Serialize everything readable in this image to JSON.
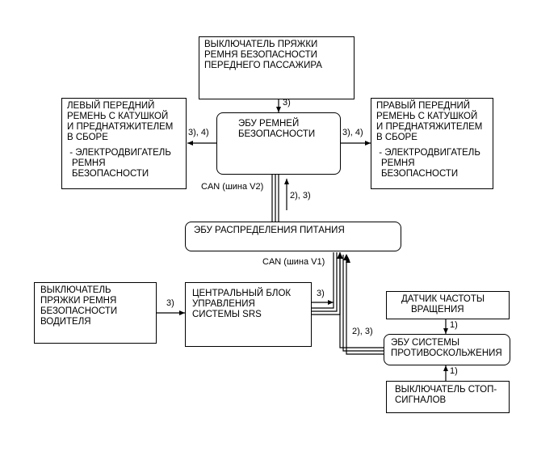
{
  "boxes": {
    "passenger_buckle": [
      "ВЫКЛЮЧАТЕЛЬ ПРЯЖКИ",
      "РЕМНЯ БЕЗОПАСНОСТИ",
      "ПЕРЕДНЕГО ПАССАЖИРА"
    ],
    "left_belt": [
      "ЛЕВЫЙ ПЕРЕДНИЙ",
      "РЕМЕНЬ С КАТУШКОЙ",
      "И ПРЕДНАТЯЖИТЕЛЕМ",
      "В СБОРЕ",
      "",
      " - ЭЛЕКТРОДВИГАТЕЛЬ",
      "РЕМНЯ",
      "БЕЗОПАСНОСТИ"
    ],
    "seatbelt_ecu": [
      "ЭБУ РЕМНЕЙ",
      "БЕЗОПАСНОСТИ"
    ],
    "right_belt": [
      "ПРАВЫЙ ПЕРЕДНИЙ",
      "РЕМЕНЬ С КАТУШКОЙ",
      "И ПРЕДНАТЯЖИТЕЛЕМ",
      "В СБОРЕ",
      "",
      " - ЭЛЕКТРОДВИГАТЕЛЬ",
      "РЕМНЯ",
      "БЕЗОПАСНОСТИ"
    ],
    "power_ecu": [
      "ЭБУ РАСПРЕДЕЛЕНИЯ ПИТАНИЯ"
    ],
    "driver_buckle": [
      "ВЫКЛЮЧАТЕЛЬ",
      "ПРЯЖКИ РЕМНЯ",
      "БЕЗОПАСНОСТИ",
      "ВОДИТЕЛЯ"
    ],
    "srs_unit": [
      "ЦЕНТРАЛЬНЫЙ БЛОК",
      "УПРАВЛЕНИЯ",
      "СИСТЕМЫ SRS"
    ],
    "speed_sensor": [
      "ДАТЧИК ЧАСТОТЫ",
      "ВРАЩЕНИЯ"
    ],
    "skid_ecu": [
      "ЭБУ СИСТЕМЫ",
      "ПРОТИВОСКОЛЬЖЕНИЯ"
    ],
    "stop_switch": [
      "ВЫКЛЮЧАТЕЛЬ СТОП-",
      "СИГНАЛОВ"
    ]
  },
  "labels": {
    "top_arrow": "3)",
    "left_arrow": "3), 4)",
    "right_arrow": "3), 4)",
    "can_v2": "CAN (шина V2)",
    "v2_arrow": "2), 3)",
    "can_v1": "CAN (шина V1)",
    "driver_arrow": "3)",
    "srs_arrow": "3)",
    "skid_arrow": "2), 3)",
    "sensor_arrow": "1)",
    "stop_arrow": "1)"
  }
}
